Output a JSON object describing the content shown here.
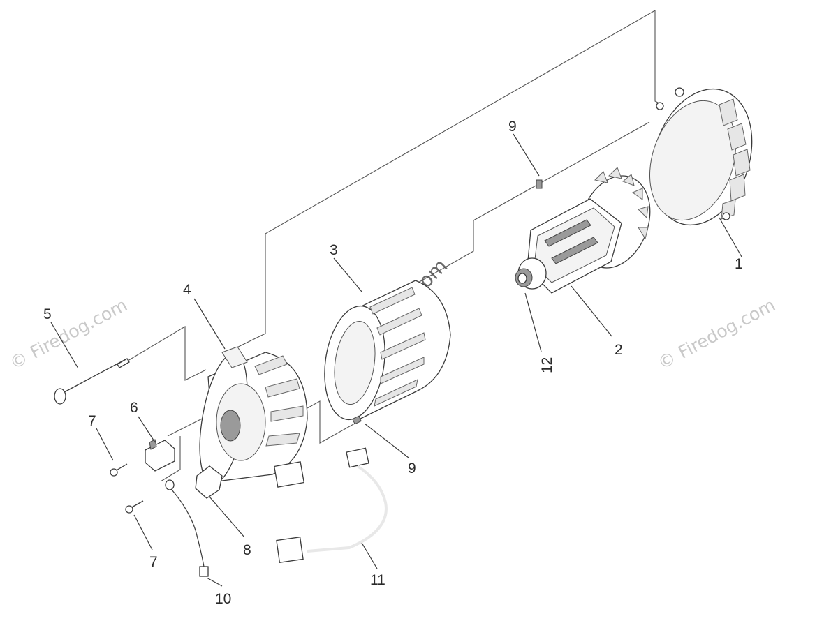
{
  "callouts": [
    {
      "id": "1",
      "text": "1"
    },
    {
      "id": "2",
      "text": "2"
    },
    {
      "id": "3",
      "text": "3"
    },
    {
      "id": "4",
      "text": "4"
    },
    {
      "id": "5",
      "text": "5"
    },
    {
      "id": "6",
      "text": "6"
    },
    {
      "id": "7a",
      "text": "7"
    },
    {
      "id": "7b",
      "text": "7"
    },
    {
      "id": "8",
      "text": "8"
    },
    {
      "id": "9a",
      "text": "9"
    },
    {
      "id": "9b",
      "text": "9"
    },
    {
      "id": "10",
      "text": "10"
    },
    {
      "id": "11",
      "text": "11"
    },
    {
      "id": "12",
      "text": "12"
    }
  ],
  "watermarks": {
    "main": "© Firedog.com",
    "side_left": "© Firedog.com",
    "side_right": "© Firedog.com"
  },
  "colors": {
    "line": "#3a3a3a",
    "watermark": "#c9c9c9"
  }
}
